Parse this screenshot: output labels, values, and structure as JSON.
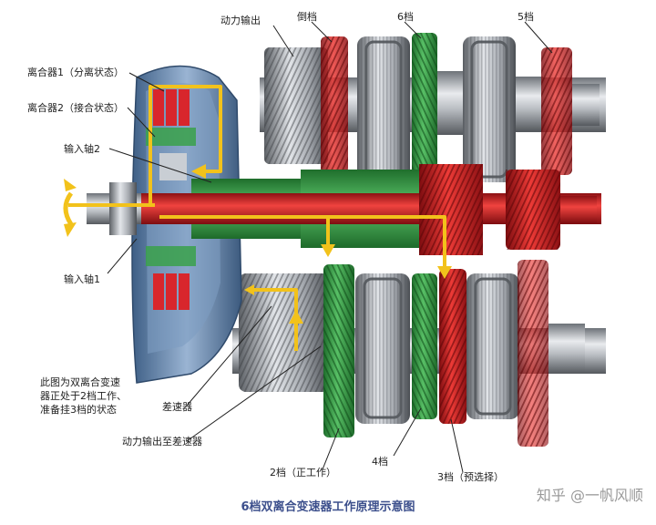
{
  "labels": {
    "power_output": "动力输出",
    "reverse_gear": "倒档",
    "gear6": "6档",
    "gear5": "5档",
    "clutch1": "离合器1（分离状态）",
    "clutch2": "离合器2（接合状态）",
    "input_shaft2": "输入轴2",
    "input_shaft1": "输入轴1",
    "differential": "差速器",
    "power_to_diff": "动力输出至差速器",
    "gear2": "2档（正工作）",
    "gear4": "4档",
    "gear3": "3档（预选择）"
  },
  "note_lines": [
    "此图为双离合变速",
    "器正处于2档工作、",
    "准备挂3档的状态"
  ],
  "caption": "6档双离合变速器工作原理示意图",
  "watermark": "知乎 @一帆风顺",
  "colors": {
    "red": "#d8262c",
    "green": "#3aa14a",
    "yellow": "#f2c21b",
    "blue": "#6f8fb6",
    "steel": "#a9adb3",
    "caption": "#3c4f8c"
  }
}
